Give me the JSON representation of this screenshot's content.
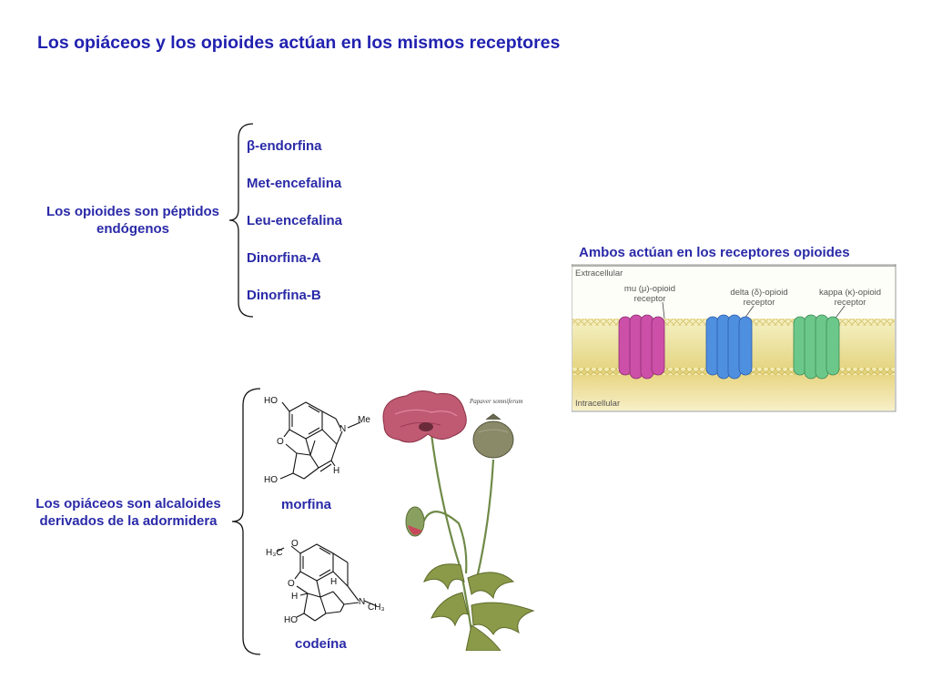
{
  "title": "Los opiáceos y los opioides actúan en los mismos receptores",
  "opioids": {
    "label": "Los opioides son péptidos endógenos",
    "items": [
      "β-endorfina",
      "Met-encefalina",
      "Leu-encefalina",
      "Dinorfina-A",
      "Dinorfina-B"
    ]
  },
  "opiates": {
    "label": "Los opiáceos son alcaloides derivados de la adormidera",
    "morphine_label": "morfina",
    "codeine_label": "codeína",
    "plant_caption": "Papaver somniferum",
    "morphine_atoms": {
      "ho_top": "HO",
      "o": "O",
      "n": "N",
      "me": "Me",
      "h": "H",
      "ho_bottom": "HO"
    },
    "codeine_atoms": {
      "o_top": "O",
      "h3c": "H₃C",
      "o": "O",
      "h_a": "H",
      "h_b": "H",
      "n": "N",
      "ch3": "CH₃",
      "ho": "HO"
    }
  },
  "receptors": {
    "heading": "Ambos actúan en los receptores opioides",
    "extracellular": "Extracellular",
    "intracellular": "Intracellular",
    "items": [
      {
        "line1": "mu (μ)-opioid",
        "line2": "receptor",
        "color": "#cc4fa8"
      },
      {
        "line1": "delta (δ)-opioid",
        "line2": "receptor",
        "color": "#4f8fe0"
      },
      {
        "line1": "kappa (κ)-opioid",
        "line2": "receptor",
        "color": "#6cc88a"
      }
    ]
  }
}
